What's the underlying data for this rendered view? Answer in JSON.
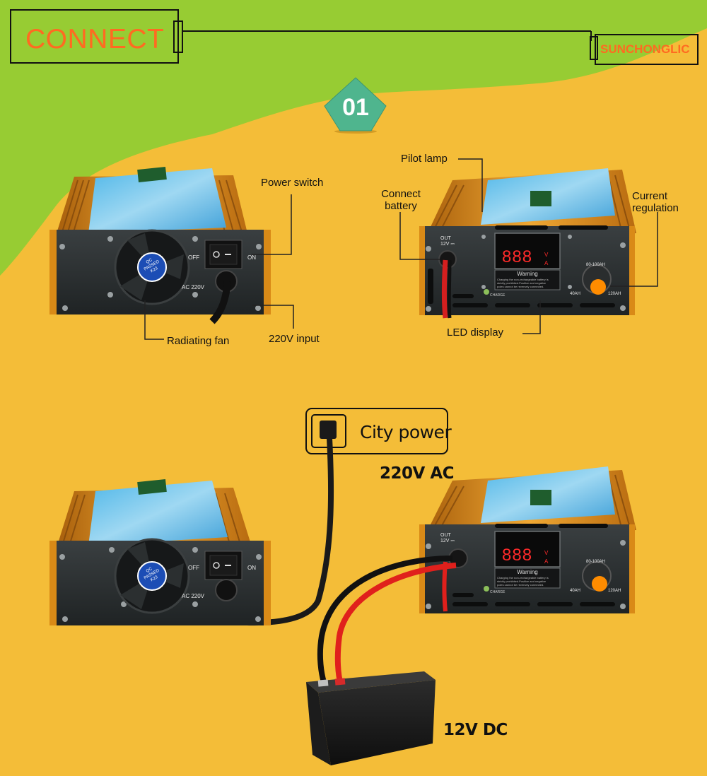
{
  "header": {
    "title": "CONNECT",
    "brand": "SUNCHONGLIC",
    "step_number": "01"
  },
  "colors": {
    "background_yellow": "#f4bd38",
    "background_green": "#97cc33",
    "accent_orange": "#ff6a21",
    "step_badge": "#4fb58e",
    "device_body": "#2b2f30",
    "heatsink": "#d98a17",
    "led_red": "#ff2a2a",
    "knob": "#ff8c00"
  },
  "callouts": {
    "power_switch": "Power switch",
    "radiating_fan": "Radiating fan",
    "input_220v": "220V input",
    "pilot_lamp": "Pilot lamp",
    "connect_battery": [
      "Connect",
      "battery"
    ],
    "current_regulation": [
      "Current",
      "regulation"
    ],
    "led_display": "LED display"
  },
  "device_labels": {
    "off": "OFF",
    "on": "ON",
    "ac": "AC 220V",
    "qc": "QC",
    "passed": "PASSED",
    "inspector": "K23",
    "out": "OUT",
    "out_voltage": "12V ⎓",
    "led_digits": "888",
    "led_v": "V",
    "led_a": "A",
    "warning": "Warning",
    "warning_text": [
      "Charging the non-rechargeable battery is",
      "strictly prohibited.Positive and negative",
      "poles cannot be reversely connected."
    ],
    "charge": "CHARGE",
    "range_mid": "80-100AH",
    "range_low": "40AH",
    "range_high": "120AH"
  },
  "diagram": {
    "city_power": "City power",
    "ac_label": "220V AC",
    "dc_label": "12V DC"
  }
}
